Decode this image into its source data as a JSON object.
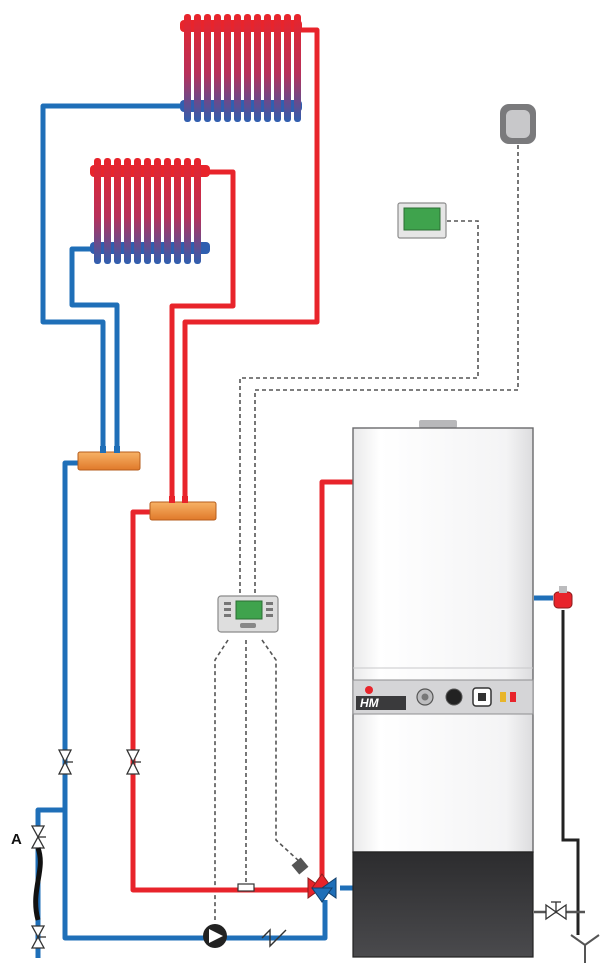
{
  "diagram": {
    "label_valve": "A",
    "boiler_brand": "HM",
    "colors": {
      "supply": "#e8242b",
      "return": "#1f6fb8",
      "signal": "#555555",
      "manifold": "#f0953a",
      "boiler_body": "#f6f6f6",
      "boiler_base": "#3a3a3c",
      "control_panel": "#d8d8d8",
      "display": "#3fa34d"
    },
    "components": [
      "radiator-upper",
      "radiator-lower",
      "manifold-return",
      "manifold-supply",
      "room-thermostat",
      "outdoor-sensor",
      "heating-controller",
      "circulation-pump",
      "mixing-valve",
      "boiler",
      "safety-valve",
      "drain-funnel"
    ]
  }
}
